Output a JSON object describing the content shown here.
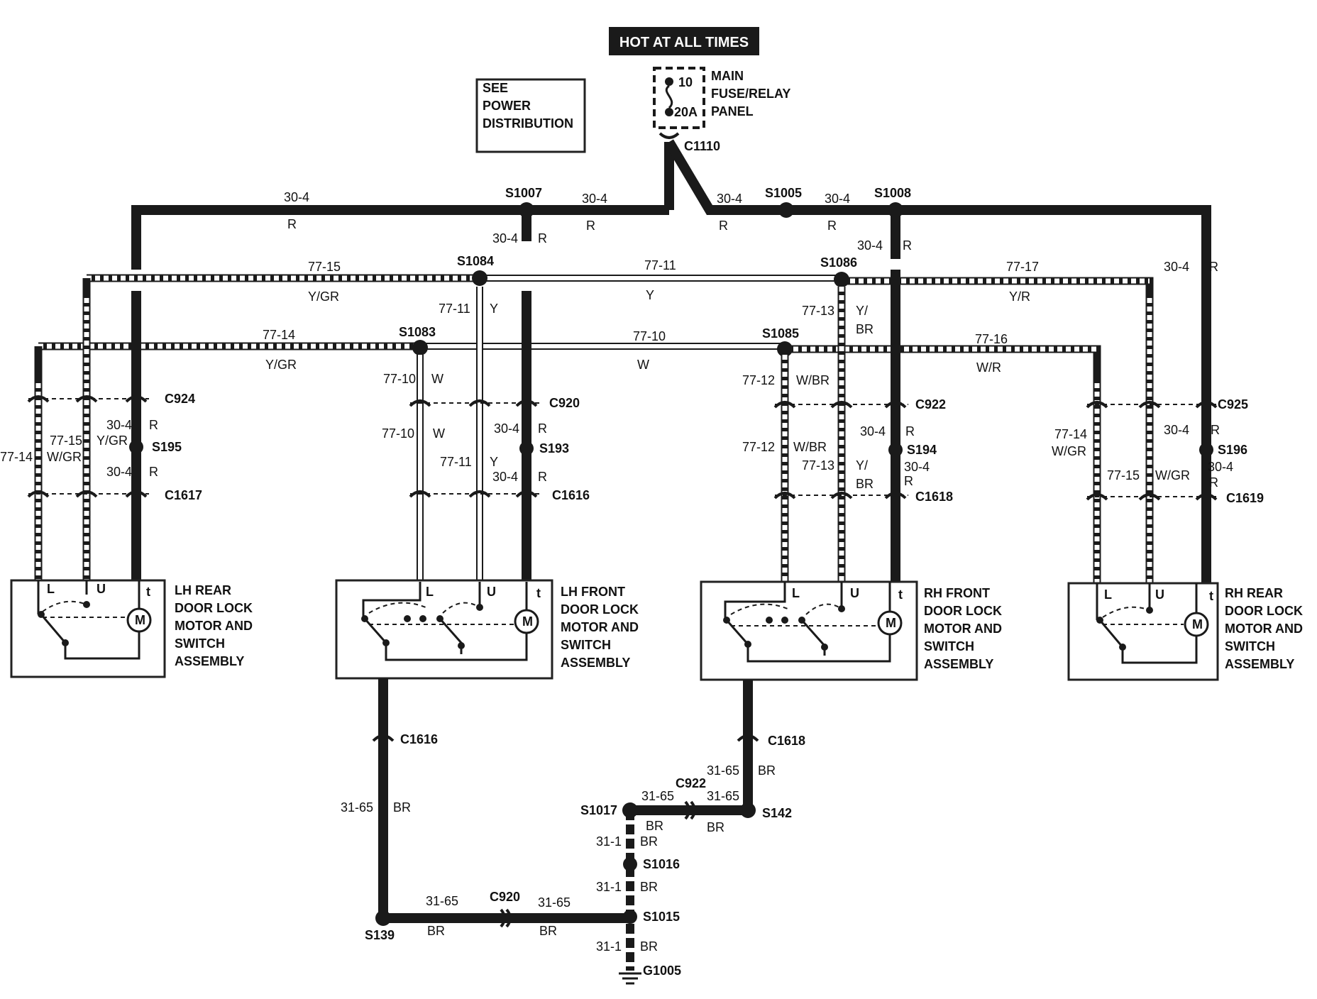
{
  "header": {
    "label": "HOT AT ALL TIMES"
  },
  "see_box": {
    "lines": [
      "SEE",
      "POWER",
      "DISTRIBUTION"
    ]
  },
  "fuse": {
    "number": "10",
    "rating": "20A",
    "panel_lines": [
      "MAIN",
      "FUSE/RELAY",
      "PANEL"
    ],
    "connector": "C1110"
  },
  "splices_top": [
    "S1007",
    "S1005",
    "S1008",
    "S1084",
    "S1086",
    "S1083",
    "S1085"
  ],
  "wire_labels": {
    "w30_4": "30-4",
    "w77_15": "77-15",
    "w77_11": "77-11",
    "w77_17": "77-17",
    "w77_14": "77-14",
    "w77_10": "77-10",
    "w77_16": "77-16",
    "w77_12": "77-12",
    "w77_13": "77-13",
    "w31_65": "31-65",
    "w31_1": "31-1"
  },
  "colors_labels": {
    "R": "R",
    "YGR": "Y/GR",
    "Y": "Y",
    "YR": "Y/R",
    "W": "W",
    "WR": "W/R",
    "WBR": "W/BR",
    "YBR_top": "Y/",
    "YBR_bot": "BR",
    "WGR": "W/GR",
    "BR": "BR"
  },
  "connectors": {
    "c924": "C924",
    "c920": "C920",
    "c922": "C922",
    "c925": "C925",
    "c1617": "C1617",
    "c1616": "C1616",
    "c1618": "C1618",
    "c1619": "C1619",
    "s195": "S195",
    "s193": "S193",
    "s194": "S194",
    "s196": "S196"
  },
  "assemblies": {
    "lh_rear": [
      "LH REAR",
      "DOOR LOCK",
      "MOTOR AND",
      "SWITCH",
      "ASSEMBLY"
    ],
    "lh_front": [
      "LH FRONT",
      "DOOR LOCK",
      "MOTOR AND",
      "SWITCH",
      "ASSEMBLY"
    ],
    "rh_front": [
      "RH FRONT",
      "DOOR LOCK",
      "MOTOR AND",
      "SWITCH",
      "ASSEMBLY"
    ],
    "rh_rear": [
      "RH REAR",
      "DOOR LOCK",
      "MOTOR AND",
      "SWITCH",
      "ASSEMBLY"
    ]
  },
  "pins": {
    "L": "L",
    "U": "U",
    "t": "t",
    "M": "M"
  },
  "ground": {
    "c1616": "C1616",
    "c1618": "C1618",
    "c922": "C922",
    "c920": "C920",
    "s1017": "S1017",
    "s142": "S142",
    "s1016": "S1016",
    "s1015": "S1015",
    "s139": "S139",
    "g1005": "G1005"
  }
}
